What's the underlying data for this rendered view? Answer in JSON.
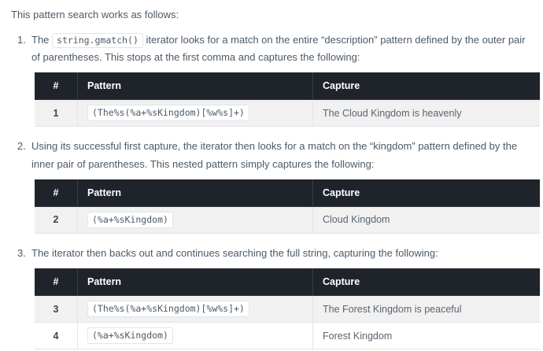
{
  "intro": "This pattern search works as follows:",
  "steps": [
    {
      "number": "1.",
      "text_before": "The",
      "inline_code": "string.gmatch()",
      "text_after": "iterator looks for a match on the entire “description” pattern defined by the outer pair of parentheses. This stops at the first comma and captures the following:",
      "table": {
        "headers": {
          "num": "#",
          "pattern": "Pattern",
          "capture": "Capture"
        },
        "rows": [
          {
            "num": "1",
            "pattern": "(The%s(%a+%sKingdom)[%w%s]+)",
            "capture": "The Cloud Kingdom is heavenly"
          }
        ]
      }
    },
    {
      "number": "2.",
      "text_before": "Using its successful first capture, the iterator then looks for a match on the “kingdom” pattern defined by the inner pair of parentheses. This nested pattern simply captures the following:",
      "inline_code": "",
      "text_after": "",
      "table": {
        "headers": {
          "num": "#",
          "pattern": "Pattern",
          "capture": "Capture"
        },
        "rows": [
          {
            "num": "2",
            "pattern": "(%a+%sKingdom)",
            "capture": "Cloud Kingdom"
          }
        ]
      }
    },
    {
      "number": "3.",
      "text_before": "The iterator then backs out and continues searching the full string, capturing the following:",
      "inline_code": "",
      "text_after": "",
      "table": {
        "headers": {
          "num": "#",
          "pattern": "Pattern",
          "capture": "Capture"
        },
        "rows": [
          {
            "num": "3",
            "pattern": "(The%s(%a+%sKingdom)[%w%s]+)",
            "capture": "The Forest Kingdom is peaceful"
          },
          {
            "num": "4",
            "pattern": "(%a+%sKingdom)",
            "capture": "Forest Kingdom"
          }
        ]
      }
    }
  ],
  "colors": {
    "header_bg": "#1f242b",
    "row_stripe": "#f1f1f1",
    "body_text": "#4c5a67",
    "capture_text": "#5a6570"
  }
}
